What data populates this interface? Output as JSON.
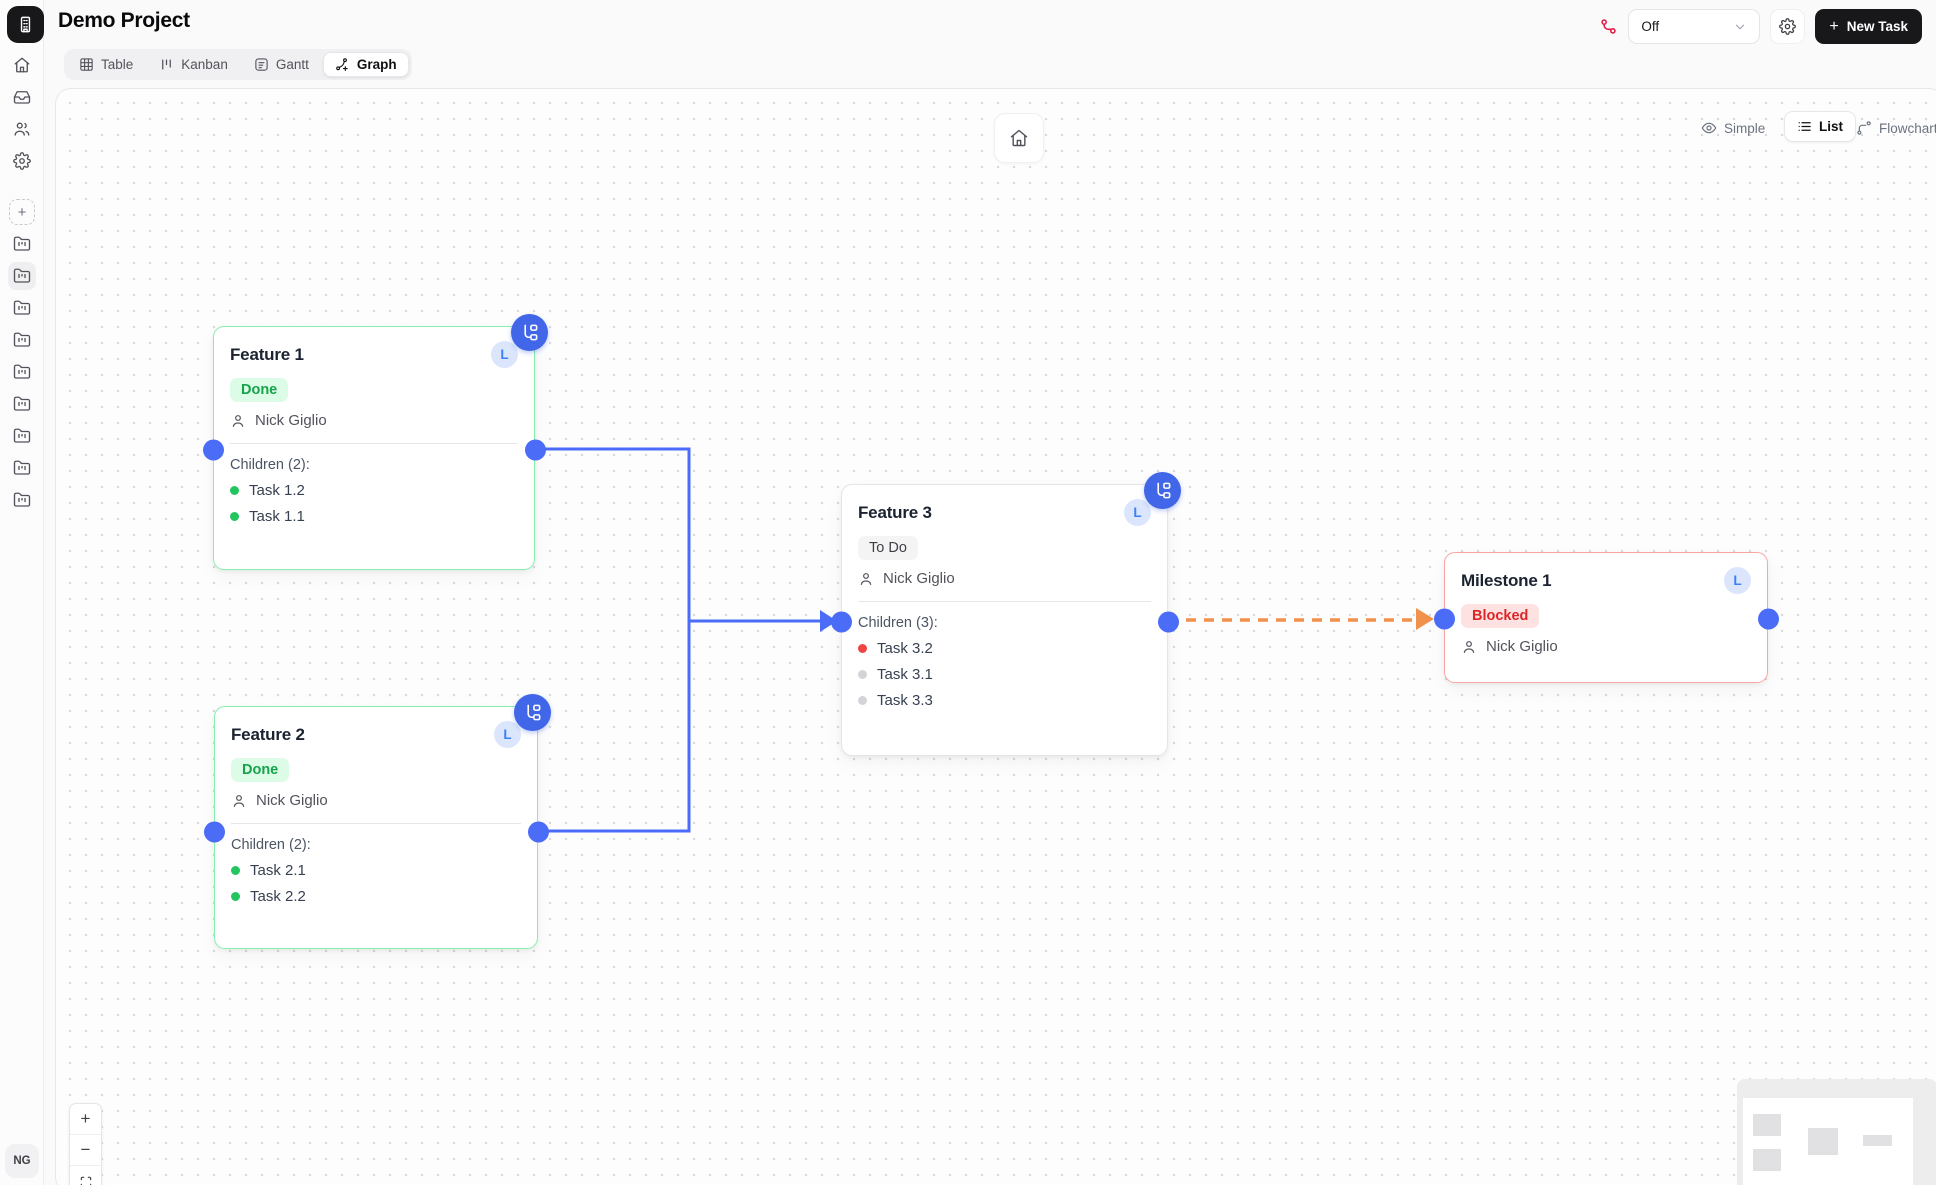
{
  "app": {
    "title": "Demo Project",
    "logo_icon": "building-icon"
  },
  "header": {
    "tabs": [
      {
        "label": "Table",
        "icon": "table-icon",
        "active": false
      },
      {
        "label": "Kanban",
        "icon": "kanban-icon",
        "active": false
      },
      {
        "label": "Gantt",
        "icon": "gantt-icon",
        "active": false
      },
      {
        "label": "Graph",
        "icon": "graph-icon",
        "active": true
      }
    ],
    "automation": {
      "value": "Off",
      "icon": "workflow-icon",
      "icon_color": "#e11d48"
    },
    "settings_icon": "gear-icon",
    "new_task": {
      "plus": "+",
      "label": "New Task"
    }
  },
  "sidebar": {
    "nav_icons": [
      "home-icon",
      "inbox-icon",
      "users-icon",
      "gear-icon"
    ],
    "add_label": "+",
    "project_folder_count": 9,
    "active_folder_index": 1,
    "avatar": "NG"
  },
  "canvas": {
    "view_modes": [
      {
        "label": "Simple",
        "icon": "eye-icon",
        "active": false
      },
      {
        "label": "List",
        "icon": "list-icon",
        "active": true
      },
      {
        "label": "Flowchart",
        "icon": "flowchart-icon",
        "active": false
      }
    ],
    "zoom_controls": {
      "zoom_in": "+",
      "zoom_out": "−",
      "fit_icon": "fit-view-icon"
    },
    "colors": {
      "handle_blue": "#4a6cf7",
      "edge_blue": "#4a6cf7",
      "edge_orange": "#f0924c"
    },
    "nodes": [
      {
        "id": "feature-1",
        "title": "Feature 1",
        "level_badge": "L",
        "status": "Done",
        "status_type": "done",
        "assignee": "Nick Giglio",
        "children_label": "Children (2):",
        "children": [
          {
            "label": "Task 1.2",
            "dot": "#22c55e"
          },
          {
            "label": "Task 1.1",
            "dot": "#22c55e"
          }
        ],
        "border_color": "#86efac"
      },
      {
        "id": "feature-2",
        "title": "Feature 2",
        "level_badge": "L",
        "status": "Done",
        "status_type": "done",
        "assignee": "Nick Giglio",
        "children_label": "Children (2):",
        "children": [
          {
            "label": "Task 2.1",
            "dot": "#22c55e"
          },
          {
            "label": "Task 2.2",
            "dot": "#22c55e"
          }
        ],
        "border_color": "#86efac"
      },
      {
        "id": "feature-3",
        "title": "Feature 3",
        "level_badge": "L",
        "status": "To Do",
        "status_type": "todo",
        "assignee": "Nick Giglio",
        "children_label": "Children (3):",
        "children": [
          {
            "label": "Task 3.2",
            "dot": "#ef4444"
          },
          {
            "label": "Task 3.1",
            "dot": "#d4d4d8"
          },
          {
            "label": "Task 3.3",
            "dot": "#d4d4d8"
          }
        ],
        "border_color": "#e5e5e8"
      },
      {
        "id": "milestone-1",
        "title": "Milestone 1",
        "level_badge": "L",
        "status": "Blocked",
        "status_type": "blocked",
        "assignee": "Nick Giglio",
        "border_color": "#fca5a5"
      }
    ],
    "edges": [
      {
        "from": "feature-1",
        "to": "feature-3",
        "style": "solid",
        "color": "#4a6cf7"
      },
      {
        "from": "feature-2",
        "to": "feature-3",
        "style": "solid",
        "color": "#4a6cf7"
      },
      {
        "from": "feature-3",
        "to": "milestone-1",
        "style": "dashed",
        "color": "#f0924c"
      }
    ]
  }
}
